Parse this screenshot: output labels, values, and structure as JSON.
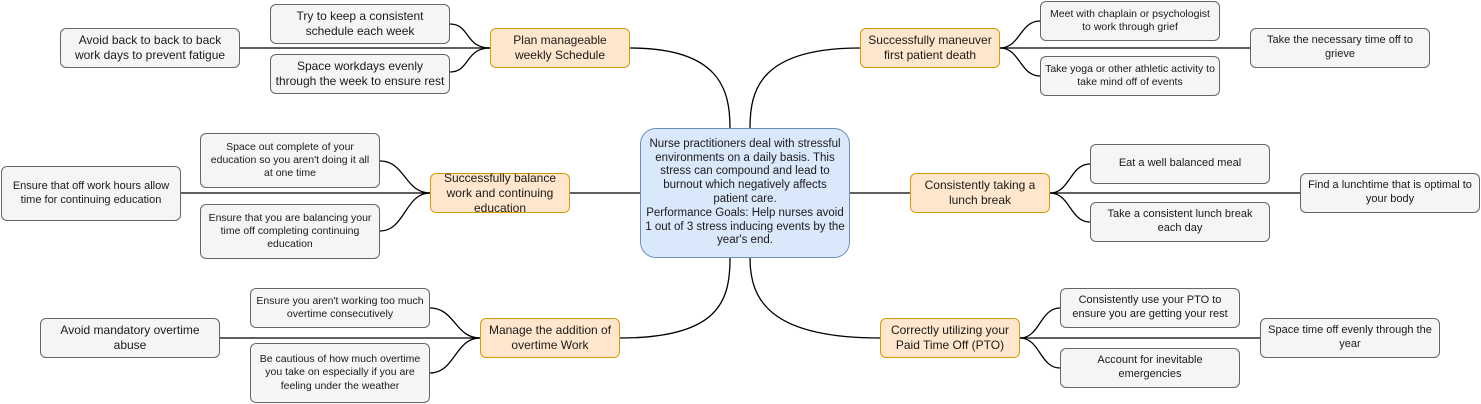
{
  "center": {
    "text": "Nurse practitioners deal with stressful environments on a daily basis. This stress can compound and lead to burnout which negatively affects patient care.\nPerformance Goals: Help nurses avoid 1 out of 3 stress inducing events by the year's end."
  },
  "goals": {
    "schedule": "Plan manageable weekly Schedule",
    "education": "Successfully balance work and continuing education",
    "overtime": "Manage the addition of overtime Work",
    "death": "Successfully maneuver first patient death",
    "lunch": "Consistently taking a lunch break",
    "pto": "Correctly utilizing your Paid Time Off (PTO)"
  },
  "leaves": {
    "schedule_1": "Try to keep a consistent schedule each week",
    "schedule_2": "Space workdays evenly through the week to ensure rest",
    "schedule_3": "Avoid back to back to back work days to prevent fatigue",
    "education_1": "Space out complete of your education so you aren't doing it all at one time",
    "education_2": "Ensure that you are balancing your time off completing continuing education",
    "education_3": "Ensure that off work hours allow time for continuing education",
    "overtime_1": "Ensure you aren't working too much overtime consecutively",
    "overtime_2": "Be cautious of how much overtime you take on especially if you are feeling under the weather",
    "overtime_3": "Avoid mandatory overtime abuse",
    "death_1": "Meet with chaplain or psychologist to work through grief",
    "death_2": "Take yoga or other athletic activity to take mind off of events",
    "death_3": "Take the necessary time off to grieve",
    "lunch_1": "Eat a well balanced meal",
    "lunch_2": "Take a consistent lunch break each day",
    "lunch_3": "Find a lunchtime that is optimal to your body",
    "pto_1": "Consistently use your PTO to ensure you are getting your rest",
    "pto_2": "Account for inevitable emergencies",
    "pto_3": "Space time off evenly through the year"
  },
  "colors": {
    "center_fill": "#dae8fc",
    "center_border": "#6c8ebf",
    "goal_fill": "#ffe6cc",
    "goal_border": "#d79b00",
    "leaf_fill": "#f5f5f5",
    "leaf_border": "#666666",
    "connector": "#000000"
  }
}
